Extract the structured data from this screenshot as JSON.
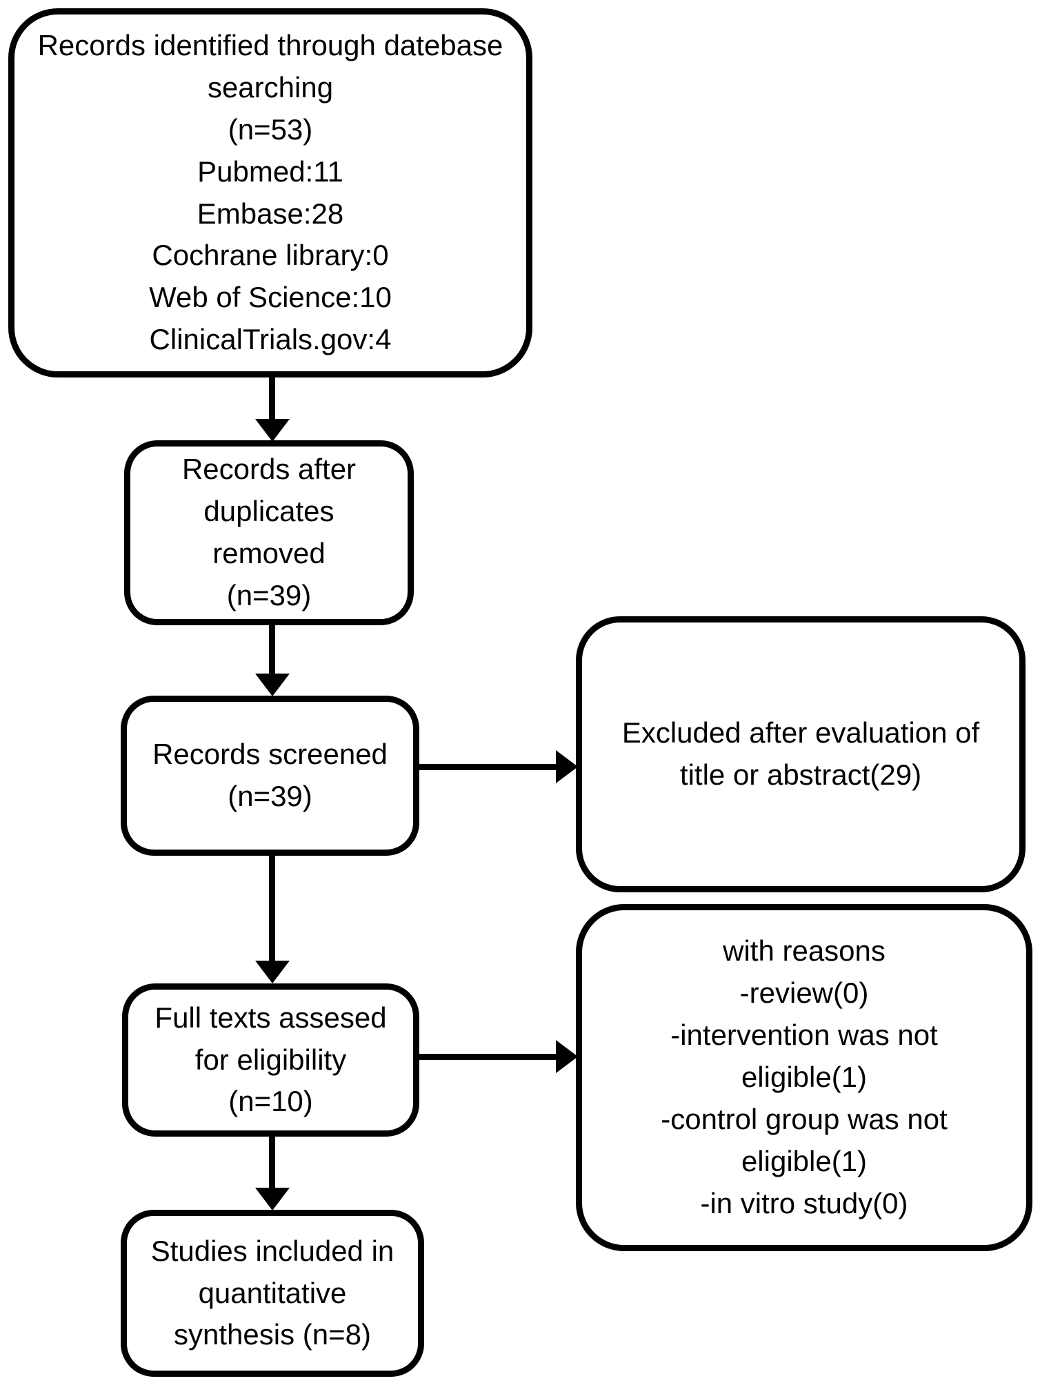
{
  "diagram": {
    "type": "prisma-flowchart",
    "colors": {
      "line": "#000000",
      "text": "#000000",
      "background": "#ffffff"
    },
    "boxes": {
      "identified": {
        "text": "Records identified through datebase\nsearching\n(n=53)\nPubmed:11\nEmbase:28\nCochrane library:0\nWeb of Science:10\nClinicalTrials.gov:4",
        "n": 53,
        "sources": {
          "Pubmed": 11,
          "Embase": 28,
          "Cochrane library": 0,
          "Web of Science": 10,
          "ClinicalTrials.gov": 4
        }
      },
      "deduplicated": {
        "text": "Records after\nduplicates\nremoved\n(n=39)",
        "n": 39
      },
      "screened": {
        "text": "Records screened\n(n=39)",
        "n": 39
      },
      "excluded": {
        "text": "Excluded after evaluation of\ntitle or abstract(29)",
        "n": 29
      },
      "fulltext": {
        "text": "Full texts assesed\nfor eligibility\n(n=10)",
        "n": 10
      },
      "reasons": {
        "text": "with reasons\n-review(0)\n-intervention was not\neligible(1)\n-control group was not\neligible(1)\n-in vitro study(0)",
        "review": 0,
        "intervention_not_eligible": 1,
        "control_group_not_eligible": 1,
        "in_vitro_study": 0
      },
      "included": {
        "text": "Studies included in\nquantitative\nsynthesis (n=8)",
        "n": 8
      }
    }
  }
}
